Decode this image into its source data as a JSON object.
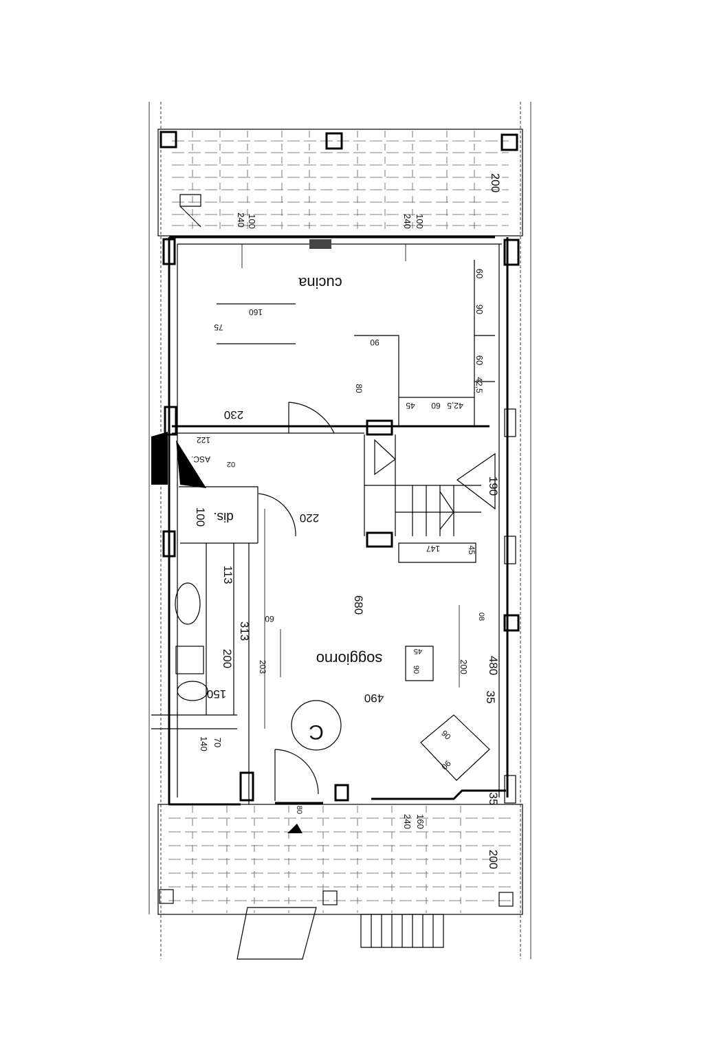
{
  "rooms": {
    "cucina": "cucina",
    "soggiorno": "soggiorno",
    "dis": "dis.",
    "asc": "ASC.",
    "c_mark": "C"
  },
  "dimensions": {
    "top_200": "200",
    "top_240_left": "240",
    "top_100_left": "100",
    "top_240_mid": "240",
    "top_100_mid": "100",
    "k_60a": "60",
    "k_90": "90",
    "k_60b": "60",
    "k_425a": "42,5",
    "k_425b": "42,5",
    "k_60c": "60",
    "k_45": "45",
    "k_160": "160",
    "k_75": "75",
    "k_90b": "90",
    "k_80": "80",
    "d_230": "230",
    "d_122": "122",
    "d_190": "190",
    "d_220": "220",
    "d_100": "100",
    "d_147": "147",
    "d_45": "45",
    "d_113": "113",
    "d_680": "680",
    "d_60": "60",
    "d_313": "313",
    "d_200a": "200",
    "d_203": "203",
    "d_150": "150",
    "d_45b": "45",
    "d_90": "90",
    "d_200b": "200",
    "d_480": "480",
    "d_490": "490",
    "d_35a": "35",
    "d_70": "70",
    "d_140": "140",
    "d_90c": "90",
    "d_90d": "90",
    "d_35b": "35",
    "bot_240": "240",
    "bot_160": "160",
    "bot_200": "200",
    "d_80b": "80",
    "d_02": "02",
    "d_08": "08"
  }
}
